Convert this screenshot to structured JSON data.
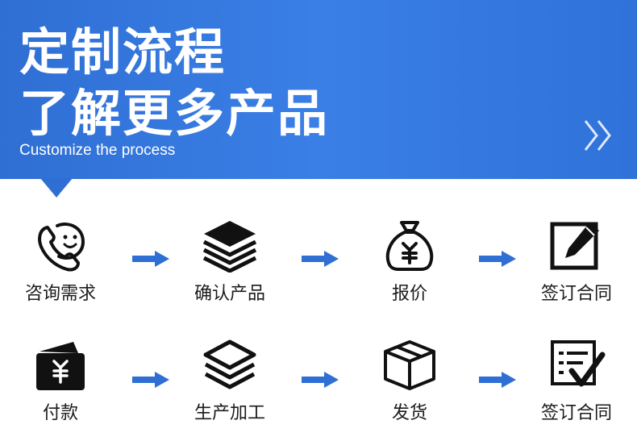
{
  "banner": {
    "title_line1": "定制流程",
    "title_line2": "了解更多产品",
    "subtitle": "Customize the process",
    "accent_color": "#3a7fe6",
    "chevron_icon": "double-chevron-right-icon"
  },
  "steps": [
    {
      "label": "咨询需求",
      "icon": "phone-smile-icon"
    },
    {
      "label": "确认产品",
      "icon": "stacked-layers-icon"
    },
    {
      "label": "报价",
      "icon": "yuan-money-bag-icon"
    },
    {
      "label": "签订合同",
      "icon": "edit-pencil-icon"
    },
    {
      "label": "付款",
      "icon": "yuan-wallet-icon"
    },
    {
      "label": "生产加工",
      "icon": "layers-outline-icon"
    },
    {
      "label": "发货",
      "icon": "box-icon"
    },
    {
      "label": "签订合同",
      "icon": "checklist-icon"
    }
  ],
  "yuan_symbol": "¥",
  "arrow_color": "#2f6fd4"
}
